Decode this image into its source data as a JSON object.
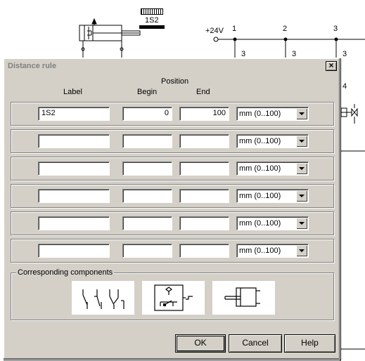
{
  "background": {
    "switch_label": "1S2",
    "supply_label": "+24V",
    "nodes": [
      "1",
      "2",
      "3"
    ],
    "branch_labels": [
      "3",
      "3",
      "3"
    ],
    "right_label": "4"
  },
  "dialog": {
    "title": "Distance rule",
    "close_label": "×",
    "headers": {
      "position": "Position",
      "label": "Label",
      "begin": "Begin",
      "end": "End"
    },
    "rows": [
      {
        "label": "1S2",
        "begin": "0",
        "end": "100",
        "unit": "mm  (0..100)"
      },
      {
        "label": "",
        "begin": "",
        "end": "",
        "unit": "mm  (0..100)"
      },
      {
        "label": "",
        "begin": "",
        "end": "",
        "unit": "mm  (0..100)"
      },
      {
        "label": "",
        "begin": "",
        "end": "",
        "unit": "mm  (0..100)"
      },
      {
        "label": "",
        "begin": "",
        "end": "",
        "unit": "mm  (0..100)"
      },
      {
        "label": "",
        "begin": "",
        "end": "",
        "unit": "mm  (0..100)"
      }
    ],
    "components_title": "Corresponding components",
    "component_icons": [
      "switch-contacts-icon",
      "proximity-sensor-icon",
      "cylinder-icon"
    ],
    "buttons": {
      "ok": "OK",
      "cancel": "Cancel",
      "help": "Help"
    }
  }
}
